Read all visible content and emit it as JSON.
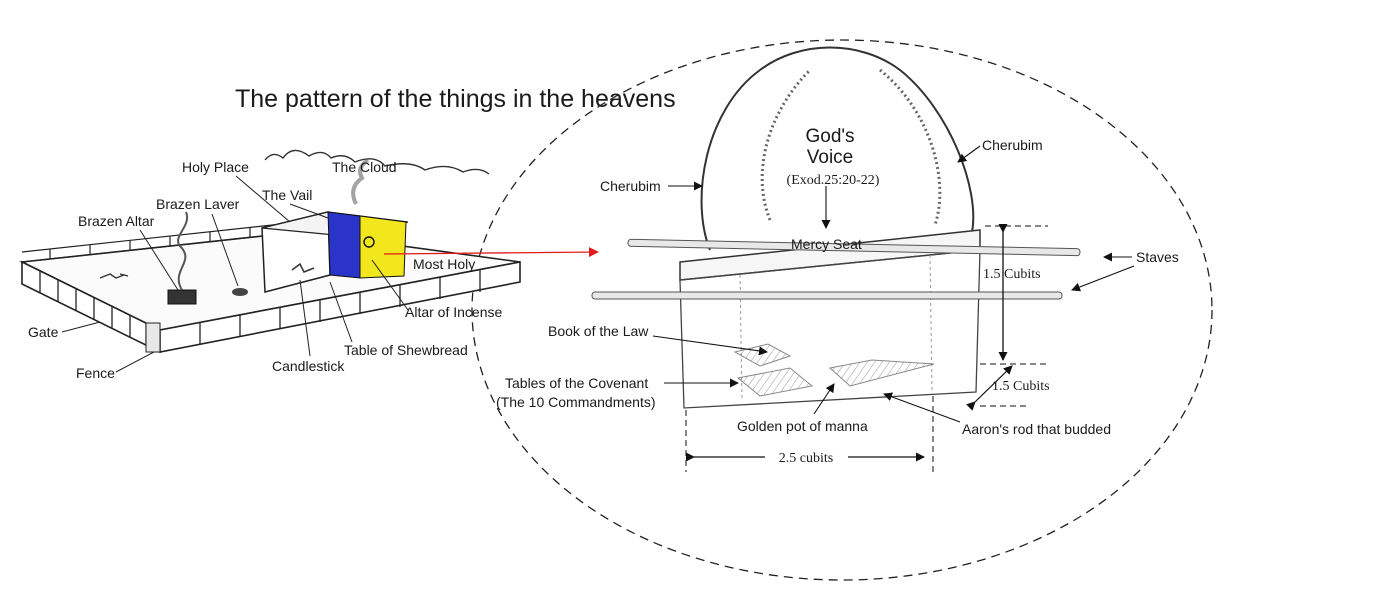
{
  "title": "The pattern of the things in the heavens",
  "colors": {
    "holy_place_blue": "#2b34c8",
    "most_holy_yellow": "#f2e61c",
    "pointer_red": "#e11b1b",
    "ink": "#1a1a1a"
  },
  "tabernacle": {
    "holy_place": "Holy Place",
    "the_cloud": "The Cloud",
    "the_vail": "The Vail",
    "brazen_laver": "Brazen Laver",
    "brazen_altar": "Brazen Altar",
    "most_holy": "Most Holy",
    "altar_of_incense": "Altar of Incense",
    "table_of_shewbread": "Table of Shewbread",
    "candlestick": "Candlestick",
    "gate": "Gate",
    "fence": "Fence"
  },
  "ark": {
    "gods_voice_line1": "God's",
    "gods_voice_line2": "Voice",
    "reference": "(Exod.25:20-22)",
    "cherubim_left": "Cherubim",
    "cherubim_right": "Cherubim",
    "mercy_seat": "Mercy Seat",
    "staves": "Staves",
    "height": "1.5 Cubits",
    "width": "1.5 Cubits",
    "length": "2.5 cubits",
    "book_of_the_law": "Book of the Law",
    "tables_line1": "Tables of the Covenant",
    "tables_line2": "(The 10 Commandments)",
    "golden_pot": "Golden pot of manna",
    "aarons_rod": "Aaron's rod that budded"
  }
}
